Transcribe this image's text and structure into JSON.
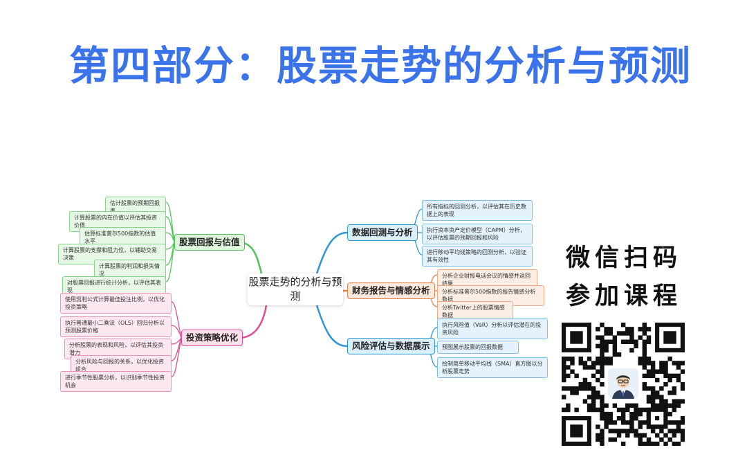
{
  "title": "第四部分：股票走势的分析与预测",
  "mindmap": {
    "center": "股票走势的分析与预测",
    "branches": {
      "returns": {
        "label": "股票回报与估值",
        "leaves": [
          "估计股票的预期回报率",
          "计算股票的内在价值以评估其投资价值",
          "估算标准普尔500指数的估值水平",
          "计算股票的支撑和阻力位，以辅助交易决策",
          "计算股票的利润和损失情况",
          "对股票回报进行统计分析，以评估其表现"
        ]
      },
      "strategy": {
        "label": "投资策略优化",
        "leaves": [
          "使用凯利公式计算最佳投注比例，以优化投资策略",
          "执行普通最小二乘法（OLS）回归分析以预测股票价格",
          "分析股票的表现和风险，以评估其投资潜力",
          "分析风险与回报的关系，以优化投资组合",
          "进行季节性股票分析，以识别季节性投资机会"
        ]
      },
      "backtest": {
        "label": "数据回测与分析",
        "leaves": [
          "所有指标的回测分析，以评估其在历史数据上的表现",
          "执行资本资产定价模型（CAPM）分析，以评估股票的预期回报和风险",
          "进行移动平均线策略的回测分析，以验证其有效性"
        ]
      },
      "sentiment": {
        "label": "财务报告与情感分析",
        "leaves": [
          "分析企业财报电话会议的情感并返回结果",
          "分析标准普尔500指数的报告情感分析数据",
          "分析Twitter上的股票情感数据"
        ]
      },
      "risk": {
        "label": "风险评估与数据展示",
        "leaves": [
          "执行风险值（VaR）分析以评估潜在的投资风险",
          "预图展示股票的回报数据",
          "绘制简单移动平均线（SMA）直方图以分析股票走势"
        ]
      }
    }
  },
  "promo": {
    "line1": "微信扫码",
    "line2": "参加课程"
  },
  "colors": {
    "title": "#3b73ea",
    "green": "#52c25a",
    "pink": "#e14d92",
    "blue": "#2d96d6",
    "orange": "#ef7f48"
  },
  "icons": [
    "qr-code",
    "avatar-icon"
  ]
}
